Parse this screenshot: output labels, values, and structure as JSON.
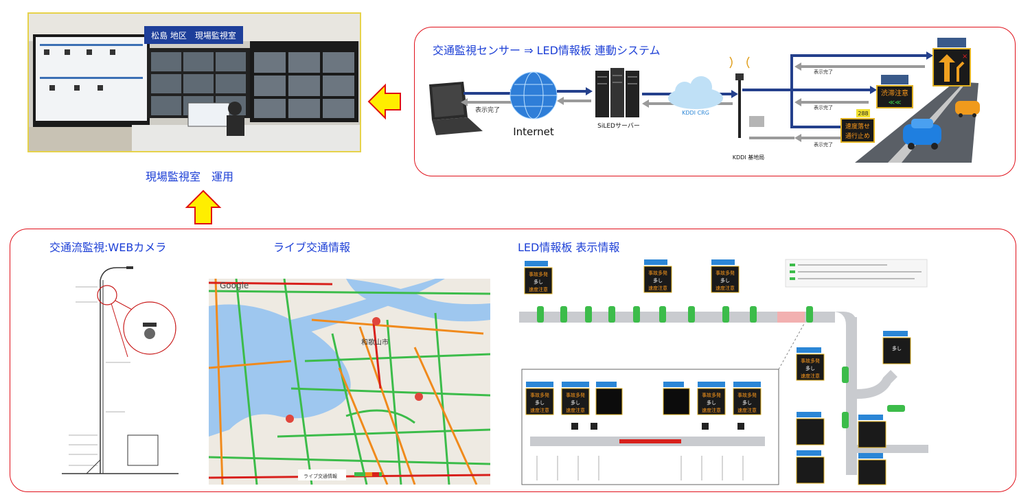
{
  "monitor_room": {
    "sign": "松島 地区　現場監視室",
    "caption": "現場監視室　運用"
  },
  "system_panel": {
    "title": "交通監視センサー ⇒ LED情報板 連動システム",
    "internet_label": "Internet",
    "server_label": "SiLEDサーバー",
    "cloud_label": "KDDI CRG",
    "tower_label": "KDDI 基地局",
    "ack_label": "表示完了",
    "board_texts": [
      "渋滞注意",
      "速度落せ",
      "通行止め"
    ],
    "board_number": "288"
  },
  "bottom_panel": {
    "camera_title": "交通流監視:WEBカメラ",
    "map_title": "ライブ交通情報",
    "led_title": "LED情報板 表示情報",
    "map": {
      "logo": "Google",
      "city": "和歌山市",
      "footer": "ライブ交通情報"
    },
    "led_board_lines": [
      "事故多発",
      "多し",
      "速度注意"
    ]
  },
  "colors": {
    "panel_border": "#e0101a",
    "label_blue": "#1c3fd6",
    "arrow_fill": "#ffee00",
    "arrow_stroke": "#e01010",
    "traffic_green": "#3cbc4a",
    "traffic_orange": "#f08a1c",
    "traffic_red": "#d8201c",
    "led_orange": "#ff9a1a"
  }
}
